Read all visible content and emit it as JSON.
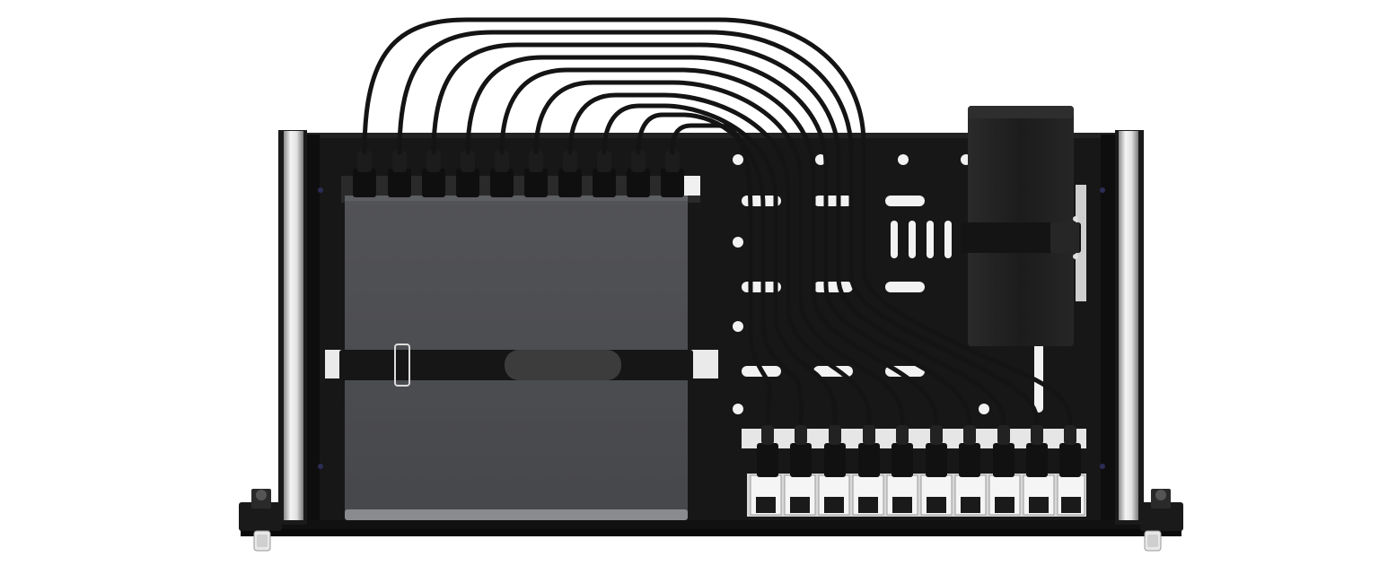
{
  "scene": {
    "subject": "rackmount-shelf-with-device-and-patch-panel",
    "colors": {
      "background": "#ffffff",
      "tray": "#151515",
      "device_top": "#4a4b4f",
      "device_edge": "#7c7d80",
      "cable": "#141414",
      "strap": "#1a1a1a",
      "strap_slider": "#3c3c3c",
      "rail": "#dcdcdc",
      "port_white": "#f2f2f2",
      "psu": "#202020"
    },
    "cable_count": 10,
    "port_count": 10
  }
}
